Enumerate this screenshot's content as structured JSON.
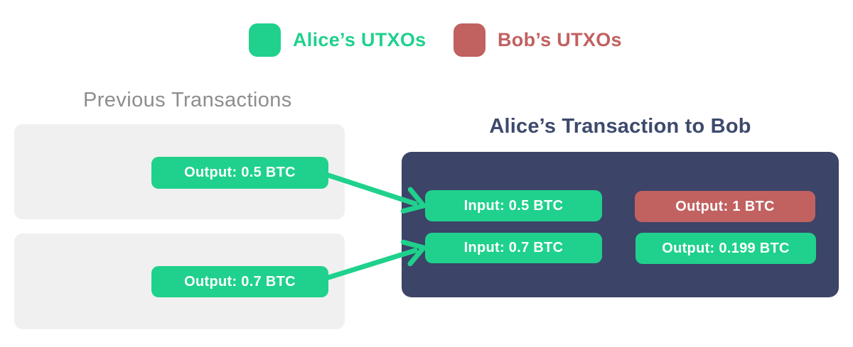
{
  "colors": {
    "alice_green": "#1fd18c",
    "bob_red": "#c16160",
    "panel_navy": "#3c4468",
    "title_navy": "#3e4a6c",
    "muted_gray_text": "#8d8d8d",
    "prev_box_gray": "#f0f0f0",
    "pill_text": "#ffffff"
  },
  "legend": {
    "items": [
      {
        "label": "Alice’s UTXOs",
        "owner": "alice",
        "color": "#1fd18c"
      },
      {
        "label": "Bob’s UTXOs",
        "owner": "bob",
        "color": "#c16160"
      }
    ]
  },
  "previous_transactions": {
    "title": "Previous Transactions",
    "transactions": [
      {
        "output_label": "Output: 0.5 BTC",
        "amount_btc": 0.5,
        "owner": "alice"
      },
      {
        "output_label": "Output: 0.7 BTC",
        "amount_btc": 0.7,
        "owner": "alice"
      }
    ]
  },
  "transaction": {
    "title": "Alice’s Transaction to Bob",
    "inputs": [
      {
        "label": "Input: 0.5 BTC",
        "amount_btc": 0.5,
        "owner": "alice"
      },
      {
        "label": "Input: 0.7 BTC",
        "amount_btc": 0.7,
        "owner": "alice"
      }
    ],
    "outputs": [
      {
        "label": "Output: 1 BTC",
        "amount_btc": 1,
        "owner": "bob"
      },
      {
        "label": "Output: 0.199 BTC",
        "amount_btc": 0.199,
        "owner": "alice"
      }
    ]
  }
}
